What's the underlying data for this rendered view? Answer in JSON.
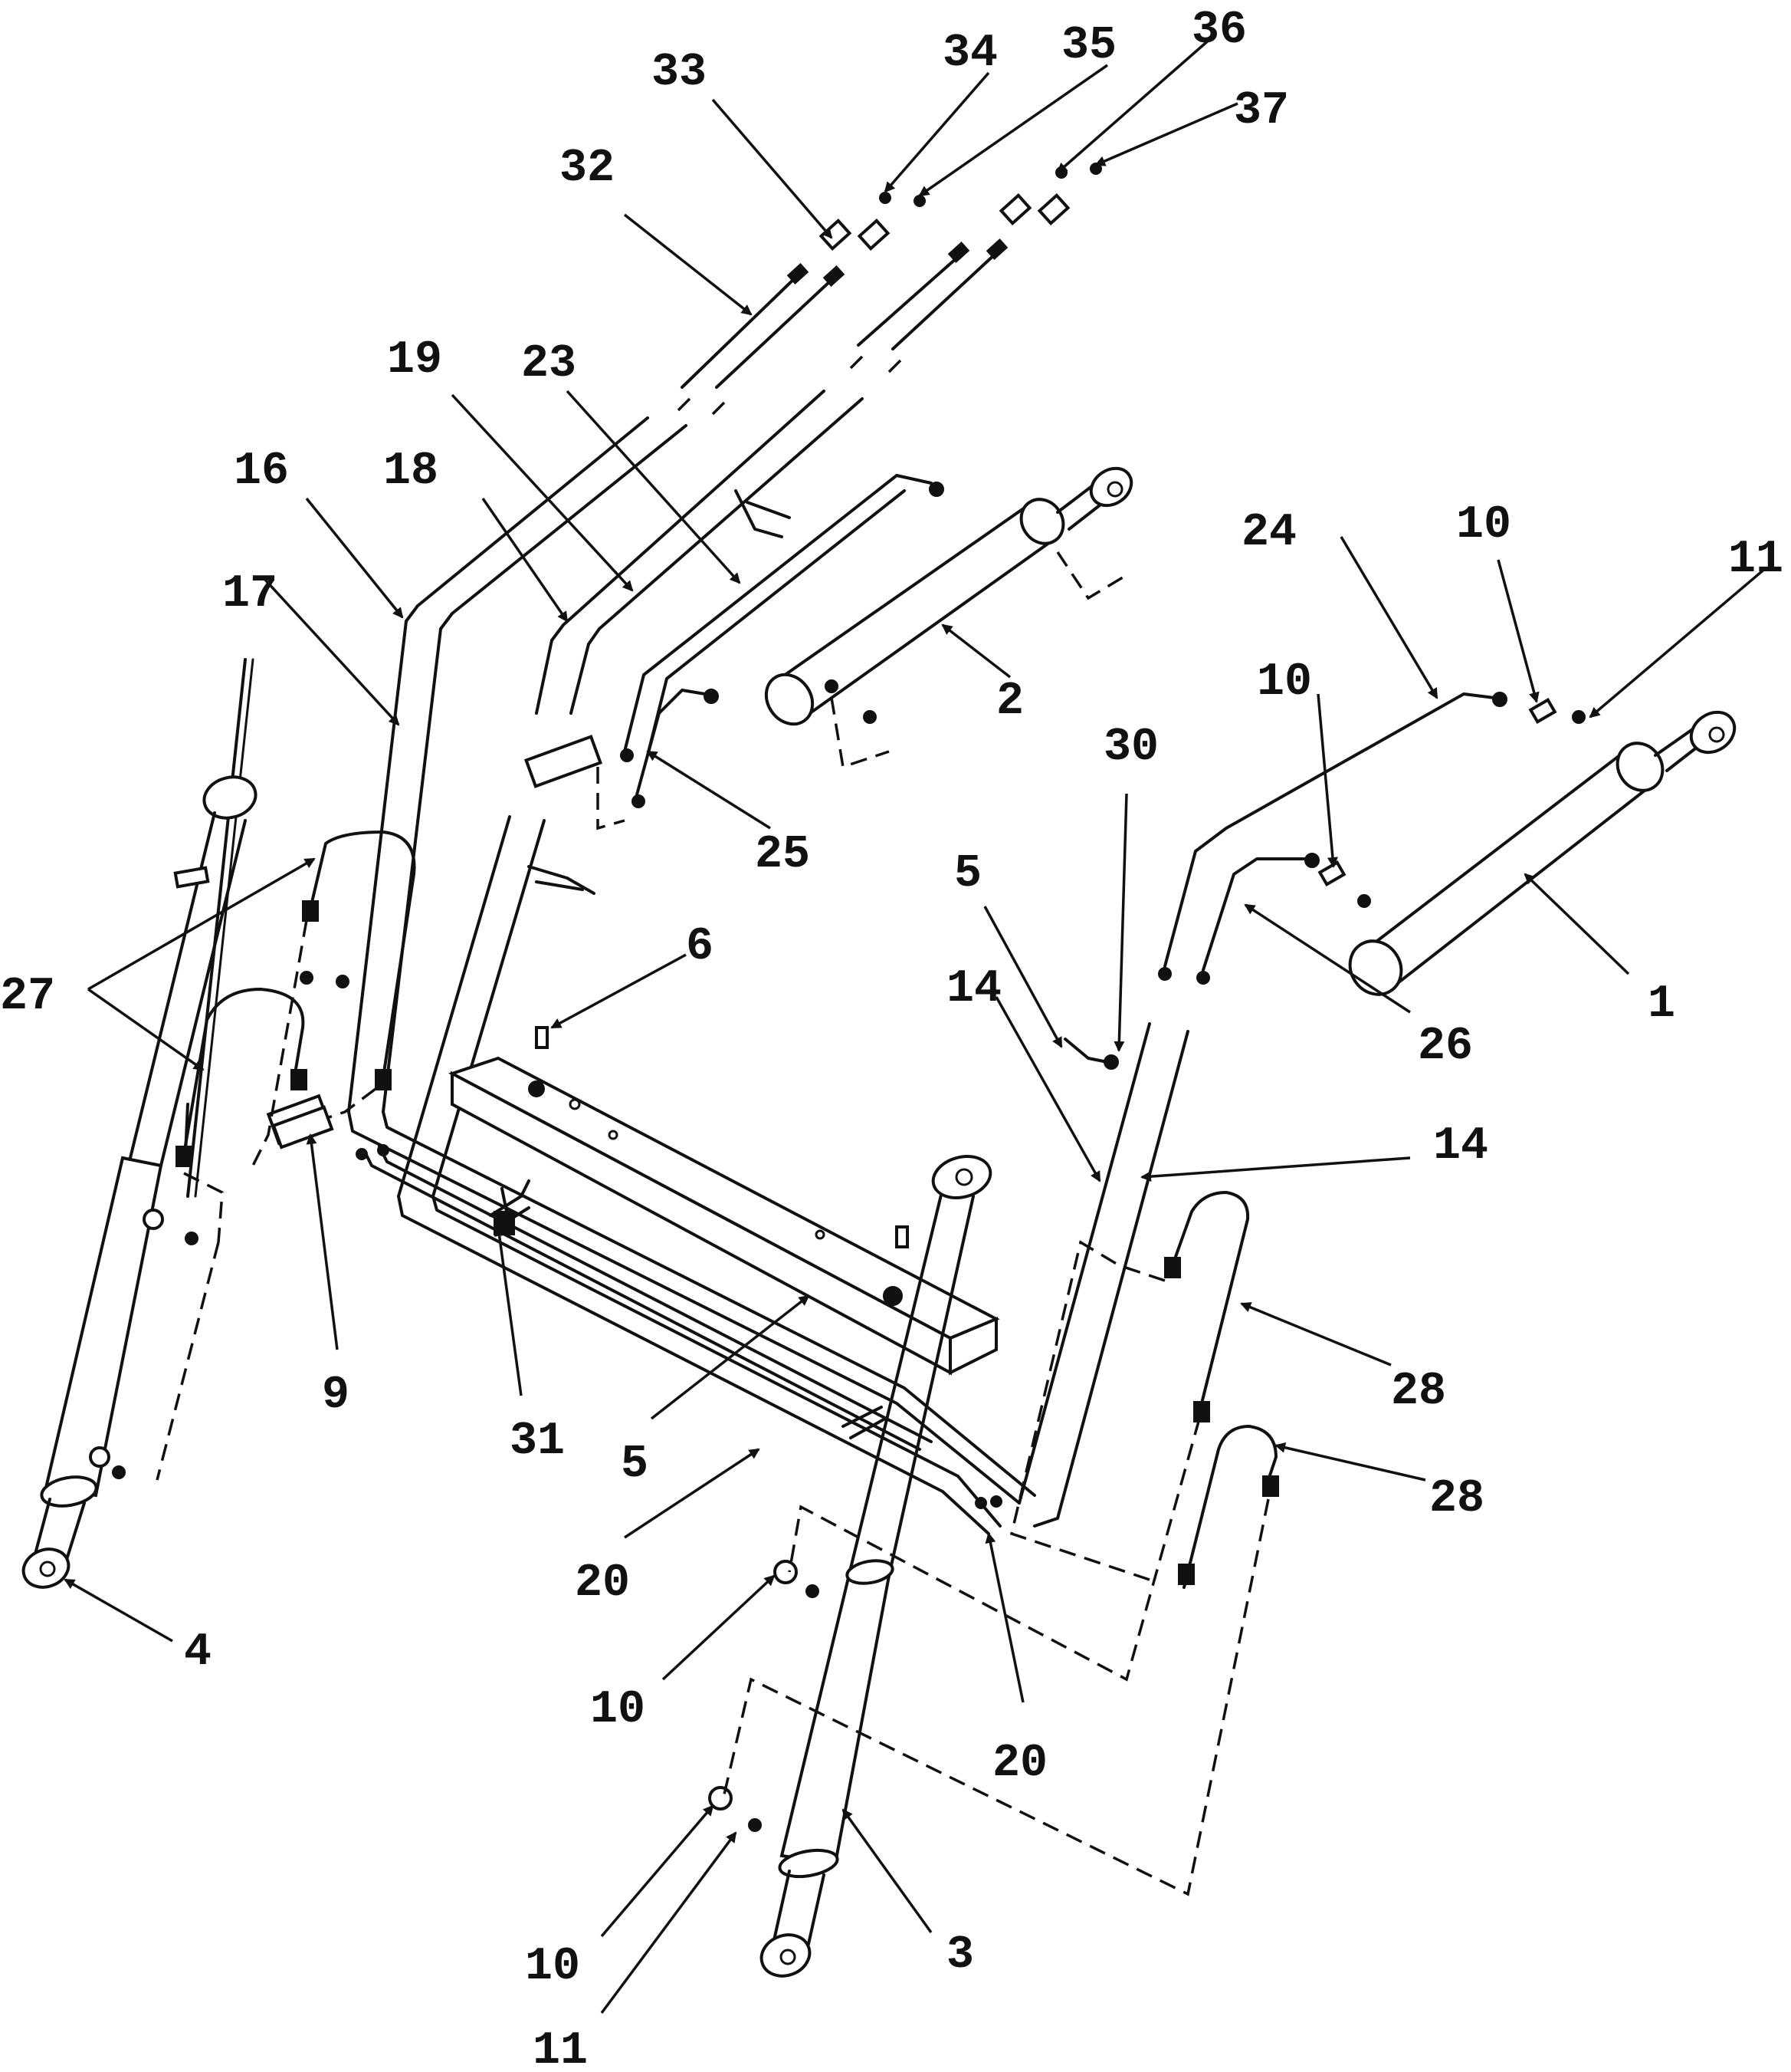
{
  "labels": [
    "1",
    "2",
    "3",
    "4",
    "5",
    "5",
    "6",
    "9",
    "10",
    "10",
    "10",
    "10",
    "11",
    "11",
    "14",
    "14",
    "16",
    "17",
    "18",
    "19",
    "20",
    "20",
    "23",
    "24",
    "25",
    "26",
    "27",
    "28",
    "28",
    "30",
    "31",
    "32",
    "33",
    "34",
    "35",
    "36",
    "37"
  ],
  "icons": {
    "arrowhead": "filled-triangle-arrowhead",
    "hose": "hydraulic-hose",
    "cylinder": "hydraulic-cylinder",
    "fitting": "hose-fitting"
  }
}
